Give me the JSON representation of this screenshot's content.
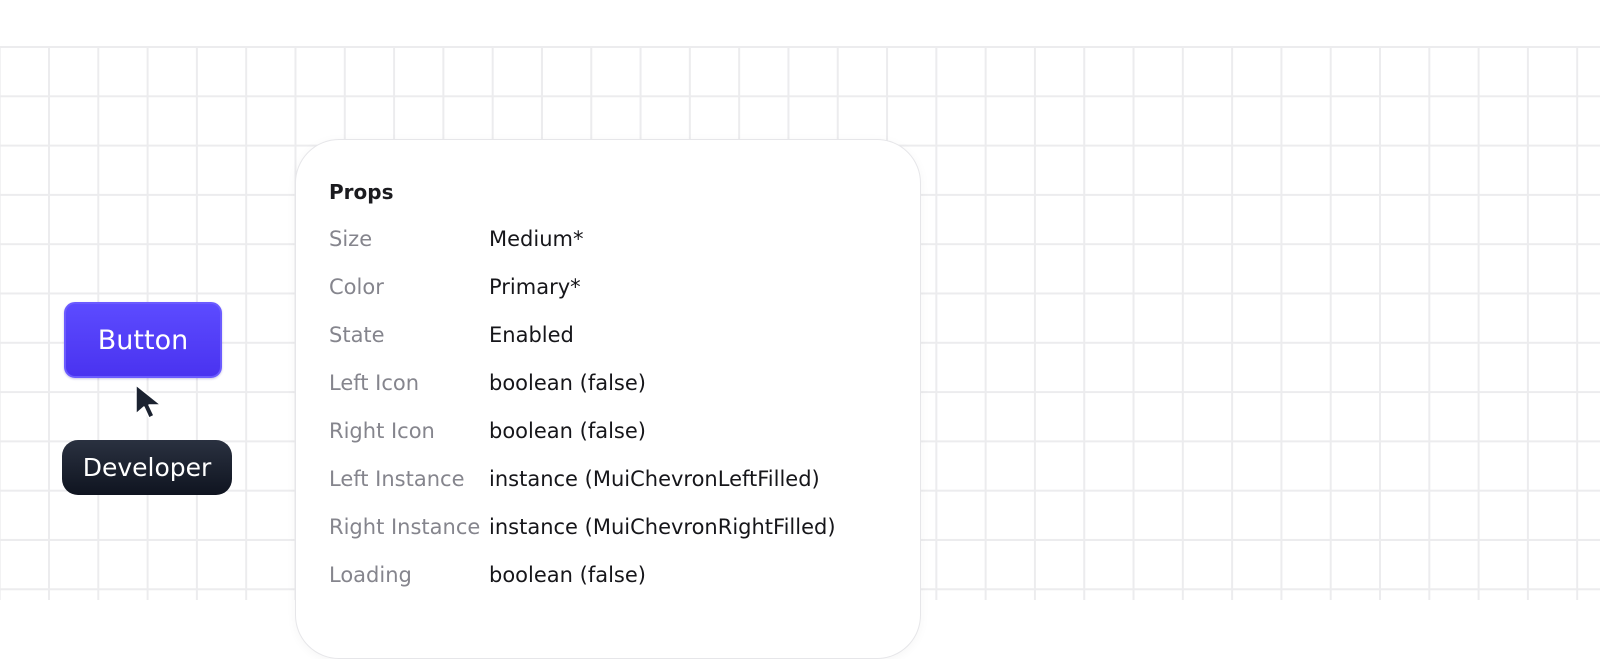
{
  "preview": {
    "button_label": "Button",
    "badge_label": "Developer"
  },
  "props_panel": {
    "title": "Props",
    "rows": [
      {
        "label": "Size",
        "value": "Medium*"
      },
      {
        "label": "Color",
        "value": "Primary*"
      },
      {
        "label": "State",
        "value": "Enabled"
      },
      {
        "label": "Left Icon",
        "value": "boolean (false)"
      },
      {
        "label": "Right Icon",
        "value": "boolean (false)"
      },
      {
        "label": "Left Instance",
        "value": "instance (MuiChevronLeftFilled)"
      },
      {
        "label": "Right Instance",
        "value": "instance (MuiChevronRightFilled)"
      },
      {
        "label": "Loading",
        "value": "boolean (false)"
      }
    ]
  },
  "colors": {
    "button_primary": "#5140fb",
    "badge_dark": "#1a202c",
    "grid_line": "#ececee",
    "label_gray": "#85858d"
  },
  "icons": {
    "cursor": "pointer-cursor-icon"
  }
}
